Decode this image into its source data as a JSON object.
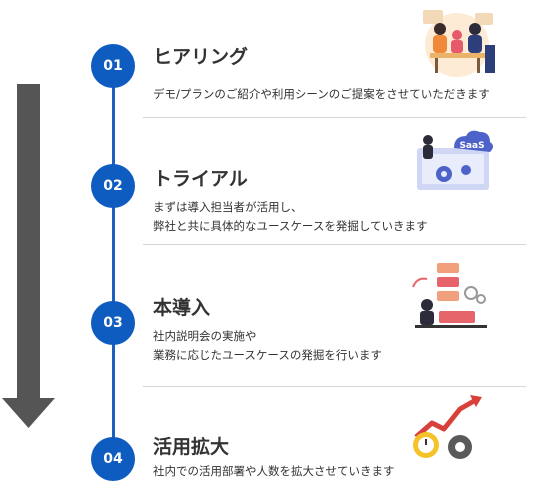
{
  "steps": [
    {
      "number": "01",
      "title": "ヒアリング",
      "desc_lines": [
        "デモ/プランのご紹介や利用シーンのご提案をさせていただきます"
      ]
    },
    {
      "number": "02",
      "title": "トライアル",
      "desc_lines": [
        "まずは導入担当者が活用し、",
        "弊社と共に具体的なユースケースを発掘していきます"
      ]
    },
    {
      "number": "03",
      "title": "本導入",
      "desc_lines": [
        "社内説明会の実施や",
        "業務に応じたユースケースの発掘を行います"
      ]
    },
    {
      "number": "04",
      "title": "活用拡大",
      "desc_lines": [
        "社内での活用部署や人数を拡大させていきます"
      ]
    }
  ],
  "illustrations": {
    "saas_label": "SaaS"
  },
  "colors": {
    "accent_blue": "#0f5cc0",
    "arrow_gray": "#555555",
    "divider": "#d6d6d6"
  }
}
